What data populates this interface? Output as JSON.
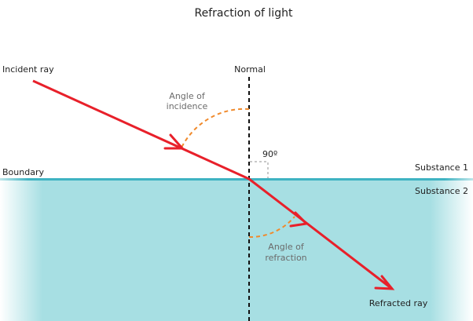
{
  "title": "Refraction of light",
  "labels": {
    "incident_ray": "Incident ray",
    "normal": "Normal",
    "angle_incidence_line1": "Angle of",
    "angle_incidence_line2": "incidence",
    "right_angle": "90º",
    "boundary": "Boundary",
    "substance_1": "Substance 1",
    "substance_2": "Substance 2",
    "angle_refraction_line1": "Angle of",
    "angle_refraction_line2": "refraction",
    "refracted_ray": "Refracted ray"
  },
  "colors": {
    "ray": "#e8202a",
    "angle_arc": "#f08a2c",
    "boundary": "#3fb3c2",
    "substance_2": "#a7dfe3",
    "normal": "#111111",
    "right_angle_marker": "#b5b5b5"
  }
}
